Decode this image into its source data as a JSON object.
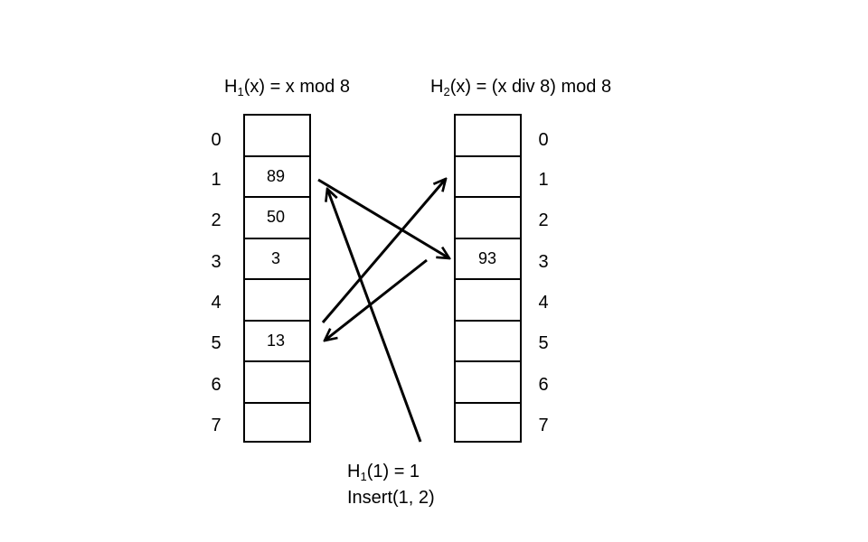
{
  "headings": {
    "h1": {
      "name": "H",
      "sub": "1",
      "rest": "(x) = x mod 8"
    },
    "h2": {
      "name": "H",
      "sub": "2",
      "rest": "(x) = (x div 8) mod 8"
    }
  },
  "left_table": {
    "indices": [
      "0",
      "1",
      "2",
      "3",
      "4",
      "5",
      "6",
      "7"
    ],
    "cells": [
      "",
      "89",
      "50",
      "3",
      "",
      "13",
      "",
      ""
    ]
  },
  "right_table": {
    "indices": [
      "0",
      "1",
      "2",
      "3",
      "4",
      "5",
      "6",
      "7"
    ],
    "cells": [
      "",
      "",
      "",
      "93",
      "",
      "",
      "",
      ""
    ]
  },
  "note": {
    "line1": {
      "name": "H",
      "sub": "1",
      "rest": "(1) = 1"
    },
    "line2": "Insert(1, 2)"
  },
  "colors": {
    "stroke": "#000000",
    "background": "#ffffff"
  }
}
